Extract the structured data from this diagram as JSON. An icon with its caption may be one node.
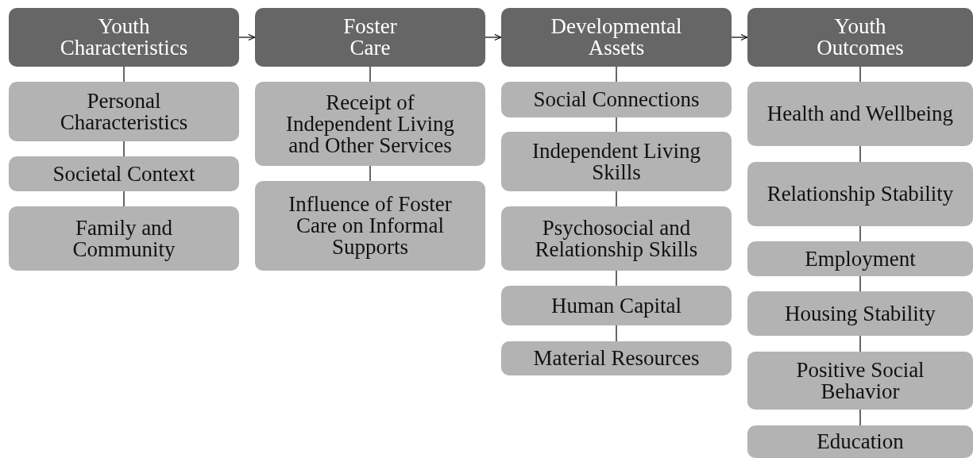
{
  "diagram": {
    "nodes": [
      {
        "text": [
          "Youth Characteristics"
        ]
      },
      {
        "text": [
          "Personal Characteristics"
        ]
      },
      {
        "text": [
          "Societal Context"
        ]
      },
      {
        "text": [
          "Family and Community"
        ]
      },
      {
        "text": [
          "Foster Care"
        ]
      },
      {
        "text": [
          "Receipt of Independent Living and Other Services"
        ]
      },
      {
        "text": [
          "Influence of Foster Care on Informal Supports"
        ]
      },
      {
        "text": [
          "Developmental Assets"
        ]
      },
      {
        "text": [
          "Social Connections"
        ]
      },
      {
        "text": [
          "Independent Living Skills"
        ]
      },
      {
        "text": [
          "Psychosocial and Relationship Skills"
        ]
      },
      {
        "text": [
          "Human Capital"
        ]
      },
      {
        "text": [
          "Material Resources"
        ]
      },
      {
        "text": [
          "Youth Outcomes"
        ]
      },
      {
        "text": [
          "Health and Wellbeing"
        ]
      },
      {
        "text": [
          "Relationship Stability"
        ]
      },
      {
        "text": [
          "Employment"
        ]
      },
      {
        "text": [
          "Housing Stability"
        ]
      },
      {
        "text": [
          "Positive Social Behavior"
        ]
      },
      {
        "text": [
          "Education"
        ]
      }
    ],
    "edges": [
      {
        "from": 0,
        "to": 4,
        "arrow": "to"
      },
      {
        "from": 4,
        "to": 7,
        "arrow": "to"
      },
      {
        "from": 7,
        "to": 13,
        "arrow": "to"
      },
      {
        "from": 0,
        "to": 1,
        "arrow": "none"
      },
      {
        "from": 1,
        "to": 2,
        "arrow": "none"
      },
      {
        "from": 2,
        "to": 3,
        "arrow": "none"
      },
      {
        "from": 4,
        "to": 5,
        "arrow": "none"
      },
      {
        "from": 5,
        "to": 6,
        "arrow": "none"
      },
      {
        "from": 7,
        "to": 8,
        "arrow": "none"
      },
      {
        "from": 8,
        "to": 9,
        "arrow": "none"
      },
      {
        "from": 9,
        "to": 10,
        "arrow": "none"
      },
      {
        "from": 10,
        "to": 11,
        "arrow": "none"
      },
      {
        "from": 11,
        "to": 12,
        "arrow": "none"
      },
      {
        "from": 13,
        "to": 14,
        "arrow": "none"
      },
      {
        "from": 14,
        "to": 15,
        "arrow": "none"
      },
      {
        "from": 15,
        "to": 16,
        "arrow": "none"
      },
      {
        "from": 16,
        "to": 17,
        "arrow": "none"
      },
      {
        "from": 17,
        "to": 18,
        "arrow": "none"
      },
      {
        "from": 18,
        "to": 19,
        "arrow": "none"
      }
    ]
  }
}
